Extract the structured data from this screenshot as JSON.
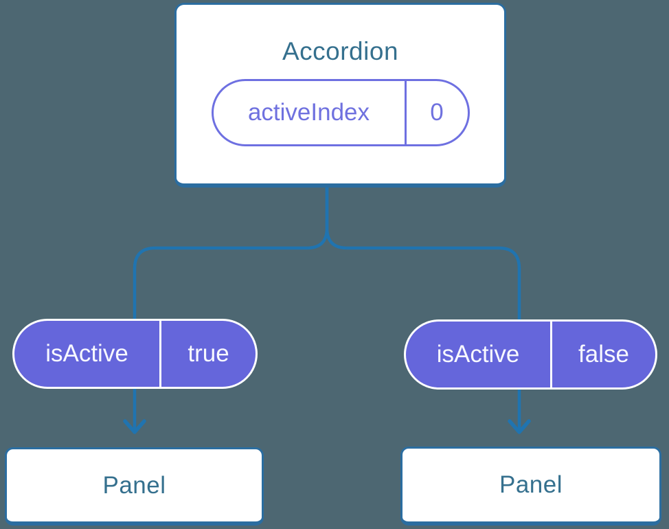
{
  "colors": {
    "background": "#4d6772",
    "connector": "#2074b0",
    "card_bg": "#ffffff",
    "card_border": "#2b6da0",
    "heading_text": "#35708e",
    "state_pill_border": "#6e70e1",
    "state_pill_text": "#6f71df",
    "prop_pill_bg": "#6566db",
    "prop_pill_border": "#ffffff",
    "prop_pill_text": "#f7f8ff"
  },
  "tree": {
    "root": {
      "title": "Accordion",
      "state": {
        "name": "activeIndex",
        "value": "0"
      }
    },
    "branches": [
      {
        "prop": {
          "name": "isActive",
          "value": "true"
        },
        "child": {
          "title": "Panel"
        }
      },
      {
        "prop": {
          "name": "isActive",
          "value": "false"
        },
        "child": {
          "title": "Panel"
        }
      }
    ]
  }
}
